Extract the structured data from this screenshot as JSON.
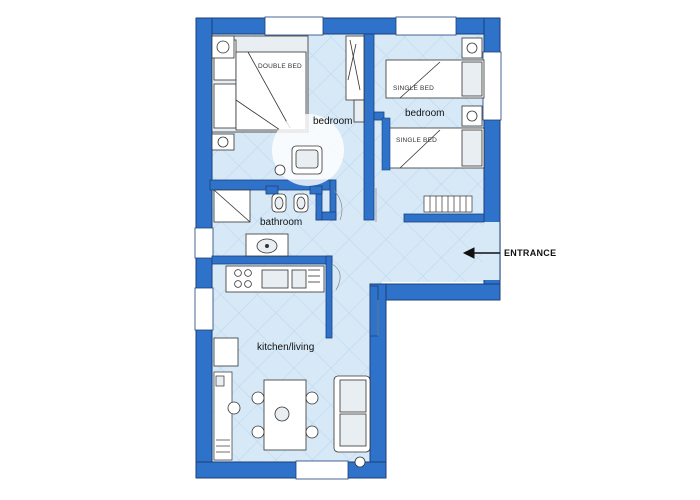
{
  "rooms": {
    "bedroom_main": "bedroom",
    "bedroom_second": "bedroom",
    "bathroom": "bathroom",
    "kitchen_living": "kitchen/living"
  },
  "furniture": {
    "double_bed": "DOUBLE BED",
    "single_bed_top": "SINGLE BED",
    "single_bed_bottom": "SINGLE BED"
  },
  "entrance": "ENTRANCE",
  "colors": {
    "wall": "#2f72c9",
    "wall_edge": "#1d3f7a",
    "floor": "#d7e9f7",
    "floor_pattern": "#b8d6ef",
    "window": "#ffffff"
  }
}
